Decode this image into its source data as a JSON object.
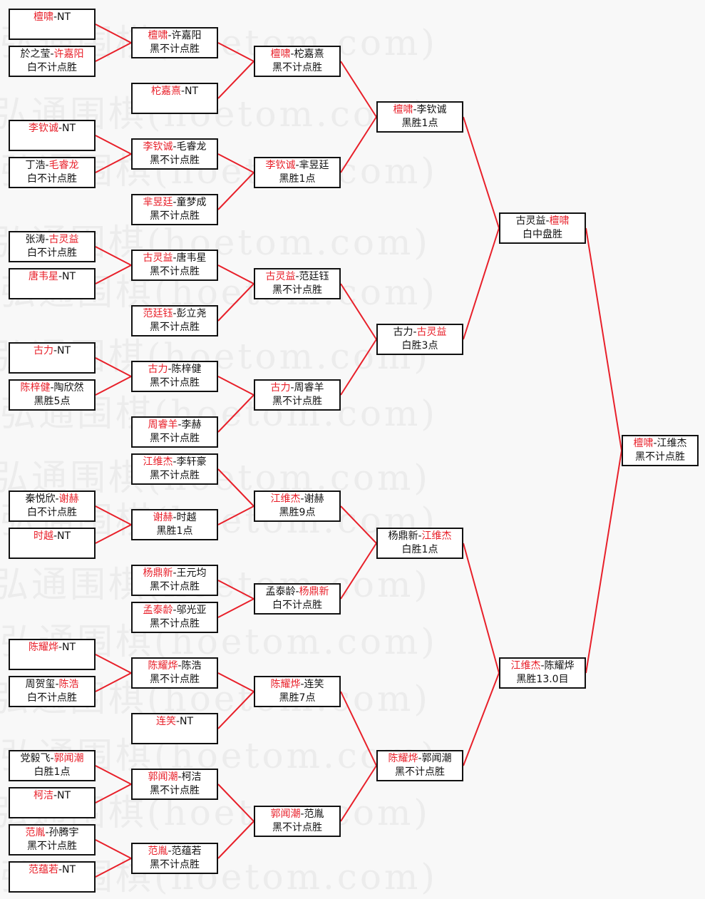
{
  "watermark": "弘通围棋(hoetom.com)",
  "colors": {
    "winner": "#e8202a",
    "line": "#e8202a",
    "border": "#111111"
  },
  "rounds": [
    [
      {
        "left": "檀啸",
        "right": "NT",
        "winner": "left",
        "result": ""
      },
      {
        "left": "於之莹",
        "right": "许嘉阳",
        "winner": "right",
        "result": "白不计点胜"
      },
      {
        "left": "李钦诚",
        "right": "NT",
        "winner": "left",
        "result": ""
      },
      {
        "left": "丁浩",
        "right": "毛睿龙",
        "winner": "right",
        "result": "白不计点胜"
      },
      {
        "left": "张涛",
        "right": "古灵益",
        "winner": "right",
        "result": "白不计点胜"
      },
      {
        "left": "唐韦星",
        "right": "NT",
        "winner": "left",
        "result": ""
      },
      {
        "left": "古力",
        "right": "NT",
        "winner": "left",
        "result": ""
      },
      {
        "left": "陈梓健",
        "right": "陶欣然",
        "winner": "left",
        "result": "黑胜5点"
      },
      {
        "left": "秦悦欣",
        "right": "谢赫",
        "winner": "right",
        "result": "白不计点胜"
      },
      {
        "left": "时越",
        "right": "NT",
        "winner": "left",
        "result": ""
      },
      {
        "left": "陈耀烨",
        "right": "NT",
        "winner": "left",
        "result": ""
      },
      {
        "left": "周贺玺",
        "right": "陈浩",
        "winner": "right",
        "result": "白不计点胜"
      },
      {
        "left": "党毅飞",
        "right": "郭闻潮",
        "winner": "right",
        "result": "白胜1点"
      },
      {
        "left": "柯洁",
        "right": "NT",
        "winner": "left",
        "result": ""
      },
      {
        "left": "范胤",
        "right": "孙腾宇",
        "winner": "left",
        "result": "黑不计点胜"
      },
      {
        "left": "范蕴若",
        "right": "NT",
        "winner": "left",
        "result": ""
      }
    ],
    [
      {
        "left": "檀啸",
        "right": "许嘉阳",
        "winner": "left",
        "result": "黑不计点胜"
      },
      {
        "left": "柁嘉熹",
        "right": "NT",
        "winner": "left",
        "result": ""
      },
      {
        "left": "李钦诚",
        "right": "毛睿龙",
        "winner": "left",
        "result": "黑不计点胜"
      },
      {
        "left": "芈昱廷",
        "right": "童梦成",
        "winner": "left",
        "result": "黑不计点胜"
      },
      {
        "left": "古灵益",
        "right": "唐韦星",
        "winner": "left",
        "result": "黑不计点胜"
      },
      {
        "left": "范廷钰",
        "right": "彭立尧",
        "winner": "left",
        "result": "黑不计点胜"
      },
      {
        "left": "古力",
        "right": "陈梓健",
        "winner": "left",
        "result": "黑不计点胜"
      },
      {
        "left": "周睿羊",
        "right": "李赫",
        "winner": "left",
        "result": "黑不计点胜"
      },
      {
        "left": "江维杰",
        "right": "李轩豪",
        "winner": "left",
        "result": "黑不计点胜"
      },
      {
        "left": "谢赫",
        "right": "时越",
        "winner": "left",
        "result": "黑胜1点"
      },
      {
        "left": "杨鼎新",
        "right": "王元均",
        "winner": "left",
        "result": "黑不计点胜"
      },
      {
        "left": "孟泰龄",
        "right": "邬光亚",
        "winner": "left",
        "result": "黑不计点胜"
      },
      {
        "left": "陈耀烨",
        "right": "陈浩",
        "winner": "left",
        "result": "黑不计点胜"
      },
      {
        "left": "连笑",
        "right": "NT",
        "winner": "left",
        "result": ""
      },
      {
        "left": "郭闻潮",
        "right": "柯洁",
        "winner": "left",
        "result": "黑不计点胜"
      },
      {
        "left": "范胤",
        "right": "范蕴若",
        "winner": "left",
        "result": "黑不计点胜"
      }
    ],
    [
      {
        "left": "檀啸",
        "right": "柁嘉熹",
        "winner": "left",
        "result": "黑不计点胜"
      },
      {
        "left": "李钦诚",
        "right": "芈昱廷",
        "winner": "left",
        "result": "黑胜1点"
      },
      {
        "left": "古灵益",
        "right": "范廷钰",
        "winner": "left",
        "result": "黑不计点胜"
      },
      {
        "left": "古力",
        "right": "周睿羊",
        "winner": "left",
        "result": "黑不计点胜"
      },
      {
        "left": "江维杰",
        "right": "谢赫",
        "winner": "left",
        "result": "黑胜9点"
      },
      {
        "left": "孟泰龄",
        "right": "杨鼎新",
        "winner": "right",
        "result": "白不计点胜"
      },
      {
        "left": "陈耀烨",
        "right": "连笑",
        "winner": "left",
        "result": "黑胜7点"
      },
      {
        "left": "郭闻潮",
        "right": "范胤",
        "winner": "left",
        "result": "黑不计点胜"
      }
    ],
    [
      {
        "left": "檀啸",
        "right": "李钦诚",
        "winner": "left",
        "result": "黑胜1点"
      },
      {
        "left": "古力",
        "right": "古灵益",
        "winner": "right",
        "result": "白胜3点"
      },
      {
        "left": "杨鼎新",
        "right": "江维杰",
        "winner": "right",
        "result": "白胜1点"
      },
      {
        "left": "陈耀烨",
        "right": "郭闻潮",
        "winner": "left",
        "result": "黑不计点胜"
      }
    ],
    [
      {
        "left": "古灵益",
        "right": "檀啸",
        "winner": "right",
        "result": "白中盘胜"
      },
      {
        "left": "江维杰",
        "right": "陈耀烨",
        "winner": "left",
        "result": "黑胜13.0目"
      }
    ],
    [
      {
        "left": "檀啸",
        "right": "江维杰",
        "winner": "left",
        "result": "黑不计点胜"
      }
    ]
  ]
}
